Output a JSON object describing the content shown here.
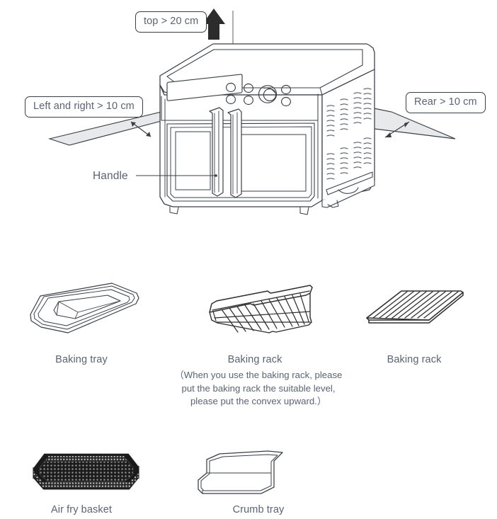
{
  "page": {
    "title": "Oven installation clearance and accessories",
    "background_color": "#ffffff",
    "text_color": "#5a6472",
    "line_color": "#3a3f47",
    "shadow_plane_color": "#e8e9ea"
  },
  "callouts": [
    {
      "id": "top",
      "text": "top > 20 cm"
    },
    {
      "id": "left_right",
      "text": "Left and right > 10 cm"
    },
    {
      "id": "rear",
      "text": "Rear > 10 cm"
    }
  ],
  "annotations": {
    "handle_label": "Handle"
  },
  "appliance": {
    "name": "air-fryer-oven",
    "control_panel": {
      "display": "lcd-display",
      "button_groups": [
        2,
        2,
        2
      ],
      "knob": "rotary-knob"
    },
    "doors": 2,
    "handles": 2,
    "vent_columns": 4,
    "vent_rows": 2
  },
  "accessories": [
    {
      "id": "baking-tray",
      "label": "Baking tray",
      "icon": "baking-tray-icon"
    },
    {
      "id": "baking-rack-1",
      "label": "Baking rack",
      "icon": "baking-rack-wire-icon"
    },
    {
      "id": "baking-rack-2",
      "label": "Baking rack",
      "icon": "baking-rack-flat-icon"
    },
    {
      "id": "air-fry-basket",
      "label": "Air fry basket",
      "icon": "air-fry-basket-icon"
    },
    {
      "id": "crumb-tray",
      "label": "Crumb tray",
      "icon": "crumb-tray-icon"
    }
  ],
  "note": {
    "line1": "（When you use the baking rack, please",
    "line2": "put the baking rack the suitable level,",
    "line3": "please put the convex upward.）"
  }
}
